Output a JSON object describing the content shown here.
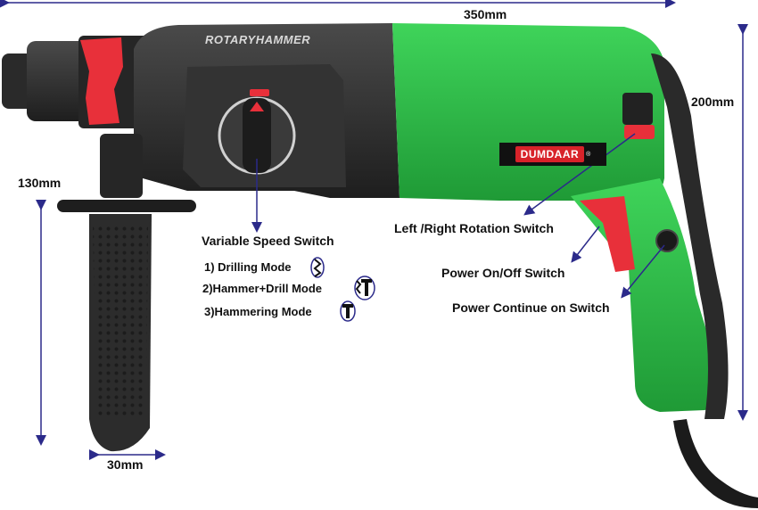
{
  "product": {
    "model_text": "ROTARYHAMMER",
    "brand": "DUMDAAR",
    "brand_mark": "®"
  },
  "dimensions": {
    "length": "350mm",
    "height": "200mm",
    "handle_length": "130mm",
    "handle_width": "30mm"
  },
  "callouts": {
    "variable_speed": "Variable Speed Switch",
    "rotation": "Left /Right Rotation Switch",
    "power": "Power On/Off Switch",
    "continue": "Power Continue on Switch"
  },
  "modes": [
    {
      "label": "1) Drilling Mode",
      "icon": "drill-bit-icon"
    },
    {
      "label": "2)Hammer+Drill Mode",
      "icon": "hammer-drill-icon"
    },
    {
      "label": "3)Hammering Mode",
      "icon": "hammer-icon"
    }
  ],
  "colors": {
    "body_green": "#2eb84a",
    "body_dark": "#2b2b2b",
    "accent_red": "#e8303a",
    "dimension_line": "#2b2a8a"
  }
}
